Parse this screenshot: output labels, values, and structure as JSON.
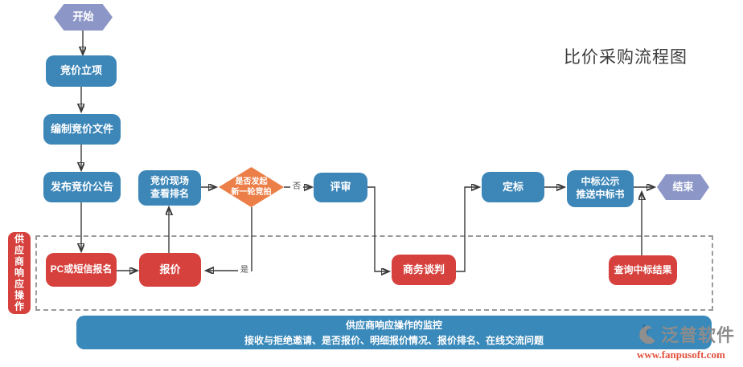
{
  "title": "比价采购流程图",
  "colors": {
    "blue": "#3c86b8",
    "red": "#d6413d",
    "orange": "#ec7f48",
    "purple": "#8d97c7",
    "bar": "#3989ba",
    "linkred": "#e2503c"
  },
  "nodes": {
    "start": "开始",
    "project": "竞价立项",
    "prepare": "编制竞价文件",
    "announce": "发布竞价公告",
    "ranking": "竞价现场\n查看排名",
    "decision": "是否发起\n新一轮竞拍",
    "review": "评审",
    "award": "定标",
    "publicity": "中标公示\n推送中标书",
    "end": "结束",
    "signup": "PC或短信报名",
    "quote": "报价",
    "negotiation": "商务谈判",
    "query": "查询中标结果"
  },
  "edge_labels": {
    "yes": "是",
    "no": "否"
  },
  "lane": {
    "label": "供应商响应操作"
  },
  "monitor_bar": {
    "line1": "供应商响应操作的监控",
    "line2": "接收与拒绝邀请、是否报价、明细报价情况、报价排名、在线交流问题"
  },
  "logo": {
    "name": "泛普软件",
    "url": "www.fanpusoft.com"
  }
}
